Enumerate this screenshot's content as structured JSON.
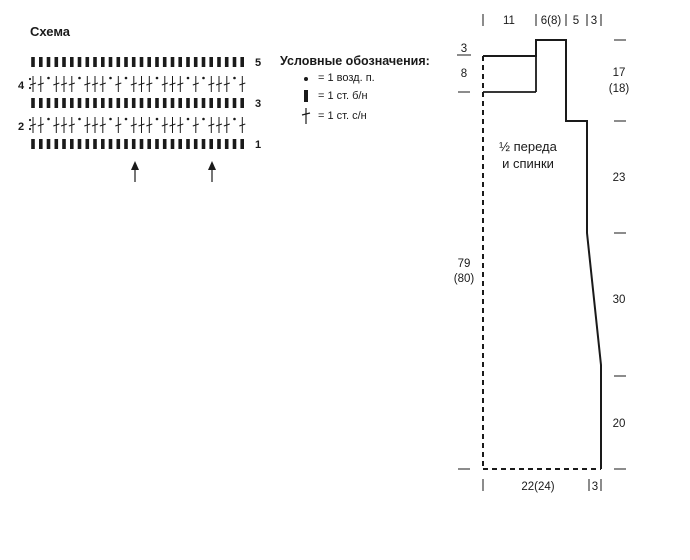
{
  "scheme": {
    "title": "Схема",
    "row_numbers": [
      "5",
      "4",
      "3",
      "2",
      "1"
    ]
  },
  "legend": {
    "title": "Условные обозначения:",
    "items": [
      {
        "icon": "dot-icon",
        "text": "= 1 возд. п."
      },
      {
        "icon": "solid-bar-icon",
        "text": "= 1 ст. б/н"
      },
      {
        "icon": "cross-stitch-icon",
        "text": "= 1 ст. с/н"
      }
    ]
  },
  "pattern": {
    "label": "½ переда и спинки",
    "label_lines": [
      "½ переда",
      "и спинки"
    ],
    "top_dims": [
      "11",
      "6(8)",
      "5",
      "3"
    ],
    "left_dims": [
      "3",
      "8",
      "79",
      "(80)"
    ],
    "right_dims": [
      "17",
      "(18)",
      "23",
      "30",
      "20"
    ],
    "bottom_dims": [
      "22(24)",
      "3"
    ]
  },
  "colors": {
    "ink": "#1a1a1a",
    "background": "#ffffff"
  }
}
